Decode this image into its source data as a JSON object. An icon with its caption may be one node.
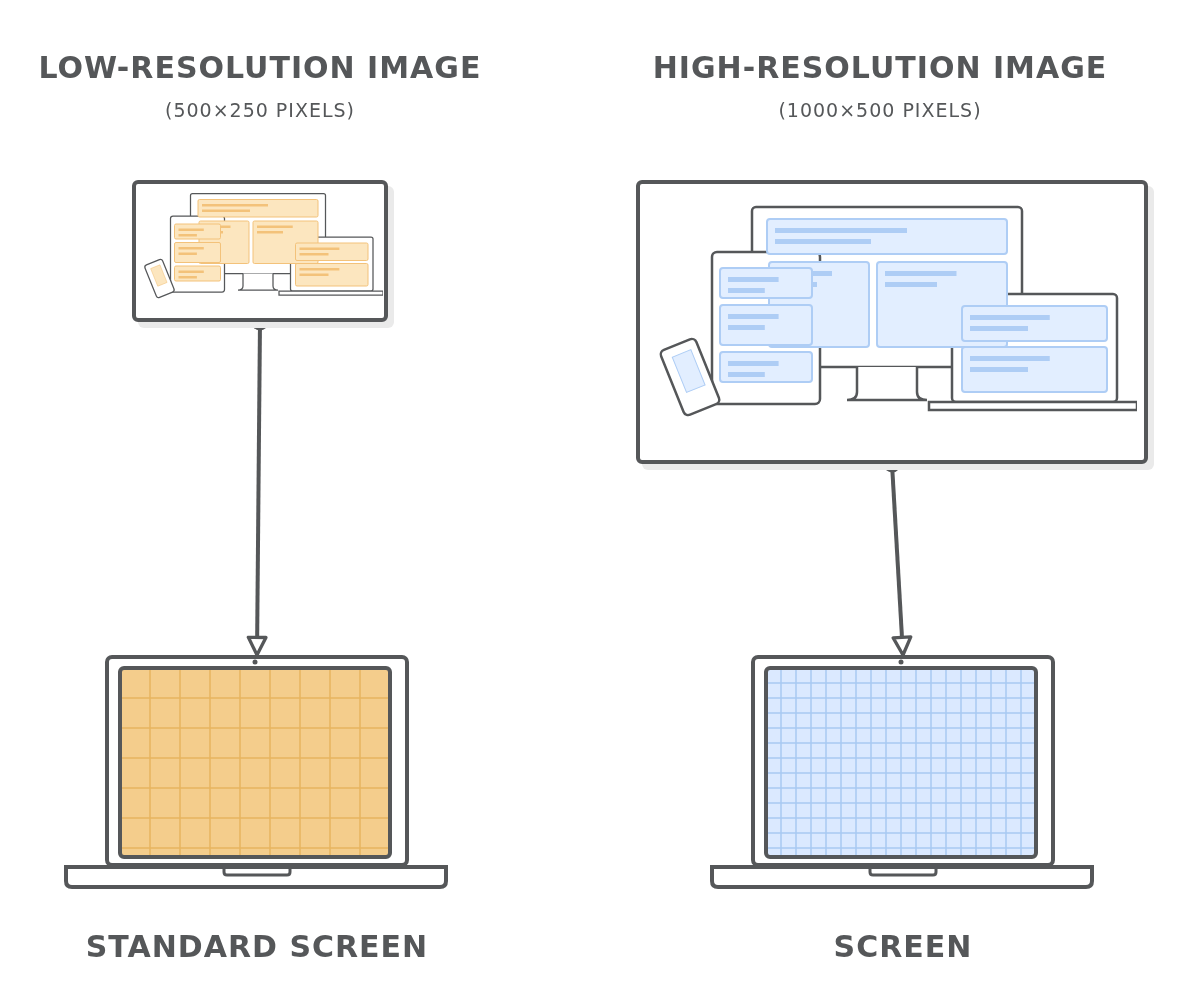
{
  "diagram": {
    "nodes": [
      {
        "text": [
          "LOW-RESOLUTION IMAGE",
          "(500×250 PIXELS)"
        ]
      },
      {
        "text": [
          "STANDARD SCREEN"
        ]
      },
      {
        "text": [
          "HIGH-RESOLUTION IMAGE",
          "(1000×500 PIXELS)"
        ]
      },
      {
        "text": [
          "SCREEN"
        ]
      }
    ],
    "edges": [
      {
        "from": 0,
        "to": 1,
        "arrow": "to"
      },
      {
        "from": 2,
        "to": 3,
        "arrow": "to"
      }
    ]
  }
}
